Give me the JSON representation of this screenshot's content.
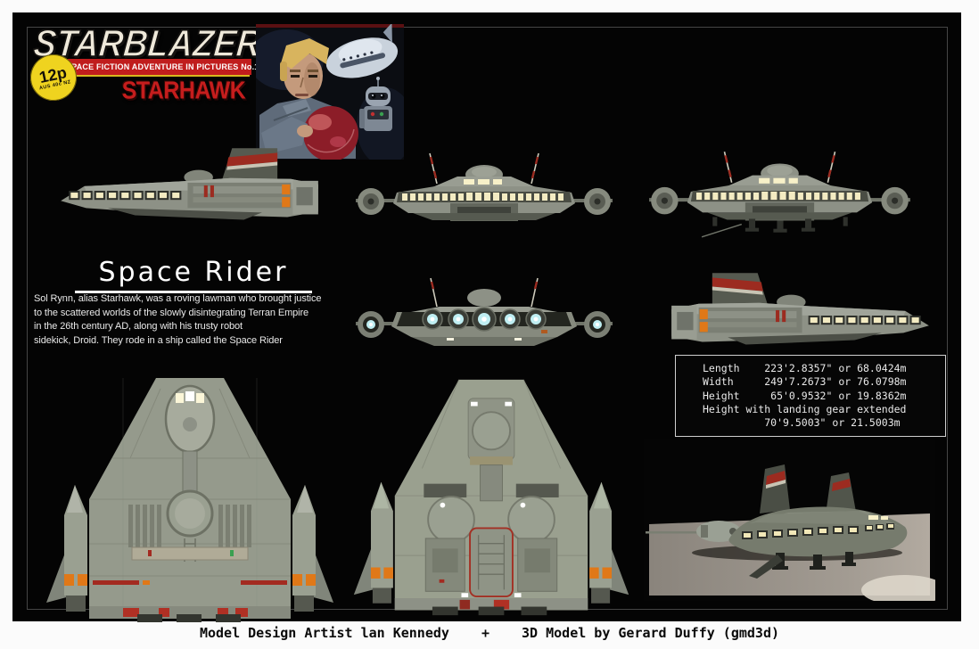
{
  "masthead": {
    "logo_text": "STARBLAZER",
    "price_badge": {
      "price": "12p",
      "regions": "AUS 40c NZ"
    },
    "banner_text": "SPACE FICTION ADVENTURE IN PICTURES No.11",
    "issue_title": "STARHAWK"
  },
  "title_block": {
    "title": "Space Rider",
    "description_lines": [
      "Sol Rynn, alias Starhawk, was a roving lawman who brought justice",
      "to the scattered worlds of the slowly disintegrating Terran Empire",
      "in the 26th century AD, along with his trusty robot",
      "sidekick, Droid. They rode in a ship called the Space Rider"
    ]
  },
  "spec_box": {
    "lines": [
      "Length    223'2.8357\" or 68.0424m",
      "Width     249'7.2673\" or 76.0798m",
      "Height     65'0.9532\" or 19.8362m",
      "Height with landing gear extended",
      "          70'9.5003\" or 21.5003m"
    ]
  },
  "credits": {
    "left": "Model Design Artist lan Kennedy",
    "separator": "+",
    "right": "3D Model by Gerard Duffy (gmd3d)"
  },
  "views": {
    "cover": "starhawk-comic-cover-art",
    "side_port": "spaceship-side-view-port",
    "front": "spaceship-front-view",
    "front_gear": "spaceship-front-view-landing-gear",
    "rear": "spaceship-rear-view-engines",
    "side_starboard": "spaceship-side-view-starboard",
    "top": "spaceship-top-view",
    "bottom": "spaceship-bottom-view",
    "render": "spaceship-landed-perspective-render"
  },
  "colors": {
    "hull_grey": "#8d9186",
    "window_glow": "#f3ebc2",
    "engine_glow": "#bfeef2",
    "stripe_red": "#9c2b20",
    "accent_orange": "#e07818",
    "banner_red": "#c01d1d",
    "badge_yellow": "#efd31f"
  }
}
